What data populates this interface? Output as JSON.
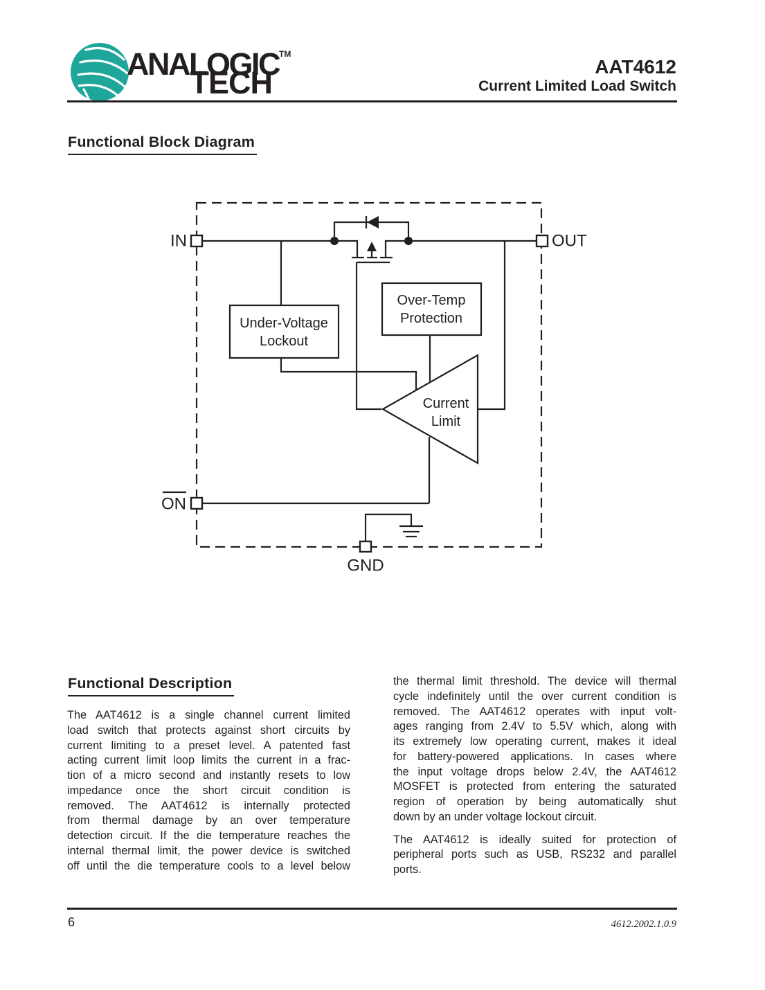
{
  "header": {
    "brand_line1": "ANALOGIC",
    "brand_line2": "TECH",
    "trademark": "TM",
    "part_number": "AAT4612",
    "subtitle": "Current Limited Load Switch"
  },
  "sections": {
    "block_diagram_title": "Functional Block Diagram",
    "description_title": "Functional Description"
  },
  "diagram": {
    "pin_in": "IN",
    "pin_out": "OUT",
    "pin_on": "ON",
    "pin_gnd": "GND",
    "uvl_line1": "Under-Voltage",
    "uvl_line2": "Lockout",
    "otp_line1": "Over-Temp",
    "otp_line2": "Protection",
    "amp_line1": "Current",
    "amp_line2": "Limit"
  },
  "description": {
    "left_lines": [
      "The AAT4612 is a single channel current limited",
      "load switch that protects against short circuits by",
      "current limiting to a preset level.  A patented fast",
      "acting current limit loop limits the current in a frac-",
      "tion of a micro second and instantly resets to low",
      "impedance once the short circuit condition is",
      "removed.   The AAT4612 is internally protected",
      "from thermal damage by an over temperature",
      "detection circuit.  If the die temperature reaches the",
      "internal thermal limit, the power device is switched",
      "off until the die temperature cools to a level below"
    ],
    "right_p1_lines": [
      "the thermal limit threshold.  The device will thermal",
      "cycle indefinitely until the over current condition is",
      "removed.  The AAT4612 operates with input volt-",
      "ages ranging from 2.4V to 5.5V which, along with",
      "its extremely low operating current, makes it ideal",
      "for battery-powered applications.  In cases where",
      "the input voltage drops below 2.4V, the AAT4612",
      "MOSFET is protected from entering the saturated",
      "region of operation by being automatically shut",
      "down by an under voltage lockout circuit."
    ],
    "right_p2_lines": [
      "The AAT4612 is ideally suited for protection of",
      "peripheral ports such as USB, RS232 and parallel",
      "ports."
    ]
  },
  "footer": {
    "page_number": "6",
    "doc_code": "4612.2002.1.0.9"
  },
  "colors": {
    "brand_teal": "#1EA69B",
    "ink": "#231F20"
  }
}
